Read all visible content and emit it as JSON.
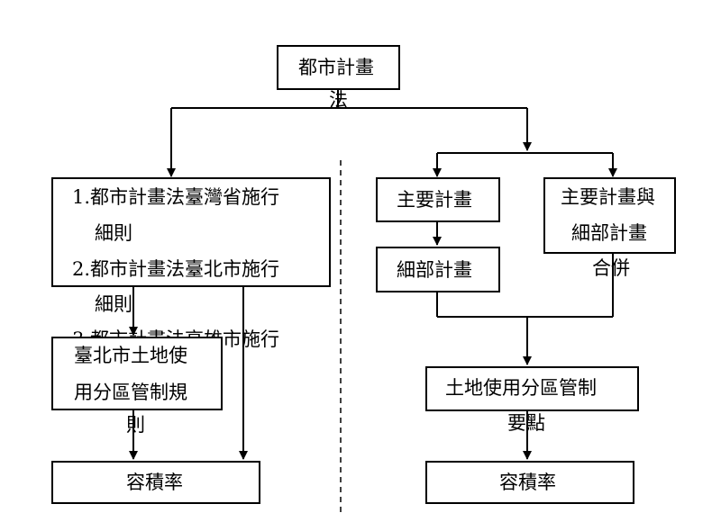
{
  "diagram": {
    "top": {
      "line1": "都市計畫",
      "line2": "法"
    },
    "left": {
      "rules": {
        "item1_l1": "1.都市計畫法臺灣省施行",
        "item1_l2": "細則",
        "item2_l1": "2.都市計畫法臺北市施行",
        "item2_l2": "細則",
        "item3_l1": "3.都市計畫法高雄市施行"
      },
      "taipei": {
        "line1": "臺北市土地使",
        "line2": "用分區管制規",
        "line3": "則"
      },
      "far": "容積率"
    },
    "right": {
      "master": "主要計畫",
      "combined": {
        "line1": "主要計畫與",
        "line2": "細部計畫",
        "line3": "合併"
      },
      "detail": "細部計畫",
      "zoning": {
        "line1": "土地使用分區管制",
        "line2": "要點"
      },
      "far": "容積率"
    }
  }
}
